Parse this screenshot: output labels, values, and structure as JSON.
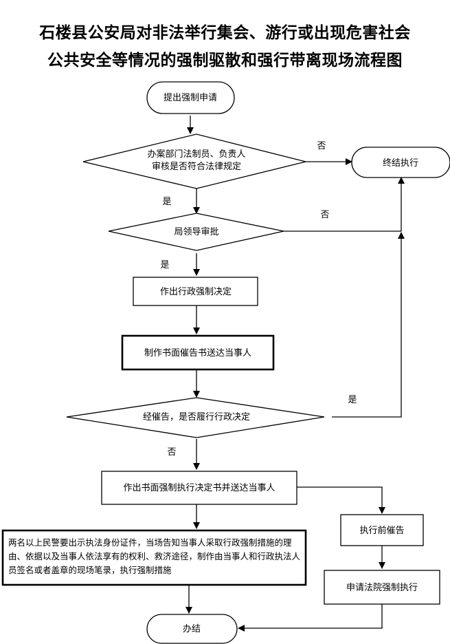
{
  "title": {
    "line1": "石楼县公安局对非法举行集会、游行或出现危害社会",
    "line2": "公共安全等情况的强制驱散和强行带离现场流程图"
  },
  "nodes": {
    "start": "提出强制申请",
    "review": [
      "办案部门法制员、负责人",
      "审核是否符合法律规定"
    ],
    "end_exec": "终结执行",
    "approve": "局领导审批",
    "decision": "作出行政强制决定",
    "notice": "制作书面催告书送达当事人",
    "comply": "经催告，是否履行行政决定",
    "written": "作出书面强制执行决定书并送达当事人",
    "pre_notice": "执行前催告",
    "measures": "两名以上民警要出示执法身份证件，当场告知当事人采取行政强制措施的理由、依据以及当事人依法享有的权利、救济途径，制作由当事人和行政执法人员签名或者盖章的现场笔录，执行强制措施",
    "court": "申请法院强制执行",
    "done": "办结"
  },
  "edge_labels": {
    "review_no": "否",
    "review_yes": "是",
    "approve_no": "否",
    "approve_yes": "是",
    "comply_yes": "是",
    "comply_no": "否"
  }
}
